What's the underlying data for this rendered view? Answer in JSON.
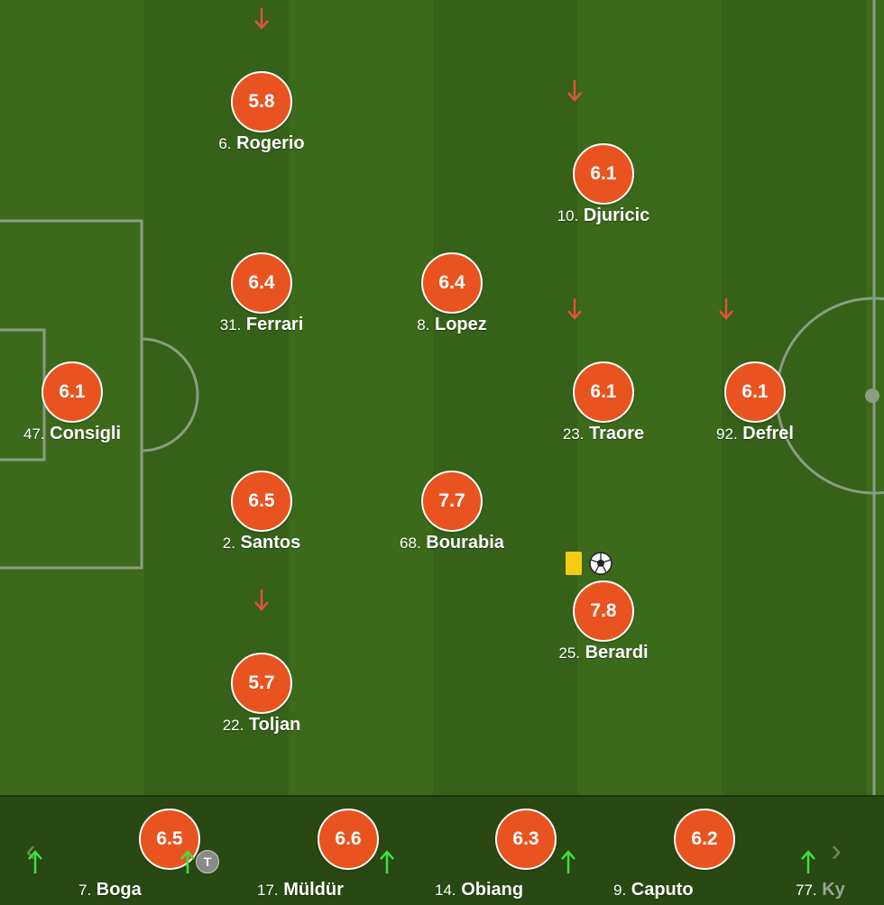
{
  "starters": [
    {
      "id": "rogerio",
      "number": "6.",
      "name": "Rogerio",
      "rating": "5.8",
      "subbed_off": true
    },
    {
      "id": "djuricic",
      "number": "10.",
      "name": "Djuricic",
      "rating": "6.1",
      "subbed_off": true
    },
    {
      "id": "ferrari",
      "number": "31.",
      "name": "Ferrari",
      "rating": "6.4",
      "subbed_off": false
    },
    {
      "id": "lopez",
      "number": "8.",
      "name": "Lopez",
      "rating": "6.4",
      "subbed_off": false
    },
    {
      "id": "consigli",
      "number": "47.",
      "name": "Consigli",
      "rating": "6.1",
      "subbed_off": false
    },
    {
      "id": "traore",
      "number": "23.",
      "name": "Traore",
      "rating": "6.1",
      "subbed_off": true
    },
    {
      "id": "defrel",
      "number": "92.",
      "name": "Defrel",
      "rating": "6.1",
      "subbed_off": true
    },
    {
      "id": "santos",
      "number": "2.",
      "name": "Santos",
      "rating": "6.5",
      "subbed_off": false
    },
    {
      "id": "bourabia",
      "number": "68.",
      "name": "Bourabia",
      "rating": "7.7",
      "subbed_off": false
    },
    {
      "id": "berardi",
      "number": "25.",
      "name": "Berardi",
      "rating": "7.8",
      "subbed_off": false,
      "yellow_card": true,
      "goal": true
    },
    {
      "id": "toljan",
      "number": "22.",
      "name": "Toljan",
      "rating": "5.7",
      "subbed_off": true
    }
  ],
  "substitutes": [
    {
      "id": "boga",
      "number": "7.",
      "name": "Boga",
      "rating": "6.5"
    },
    {
      "id": "muldur",
      "number": "17.",
      "name": "Müldür",
      "rating": "6.6",
      "badge": "T"
    },
    {
      "id": "obiang",
      "number": "14.",
      "name": "Obiang",
      "rating": "6.3"
    },
    {
      "id": "caputo",
      "number": "9.",
      "name": "Caputo",
      "rating": "6.2"
    },
    {
      "id": "ky",
      "number": "77.",
      "name": "Ky"
    }
  ],
  "nav": {
    "prev": "‹",
    "next": "›"
  },
  "icons": {
    "subbed_off": "arrow-down-icon",
    "subbed_on": "arrow-up-icon",
    "card": "yellow-card-icon",
    "goal": "football-icon"
  },
  "colors": {
    "rating_bg": "#e8531f",
    "pitch_dark": "#356118",
    "pitch_light": "#3b6a1b",
    "down_arrow": "#e0533a",
    "up_arrow": "#3ee03e",
    "yellow_card": "#f4cc14"
  }
}
